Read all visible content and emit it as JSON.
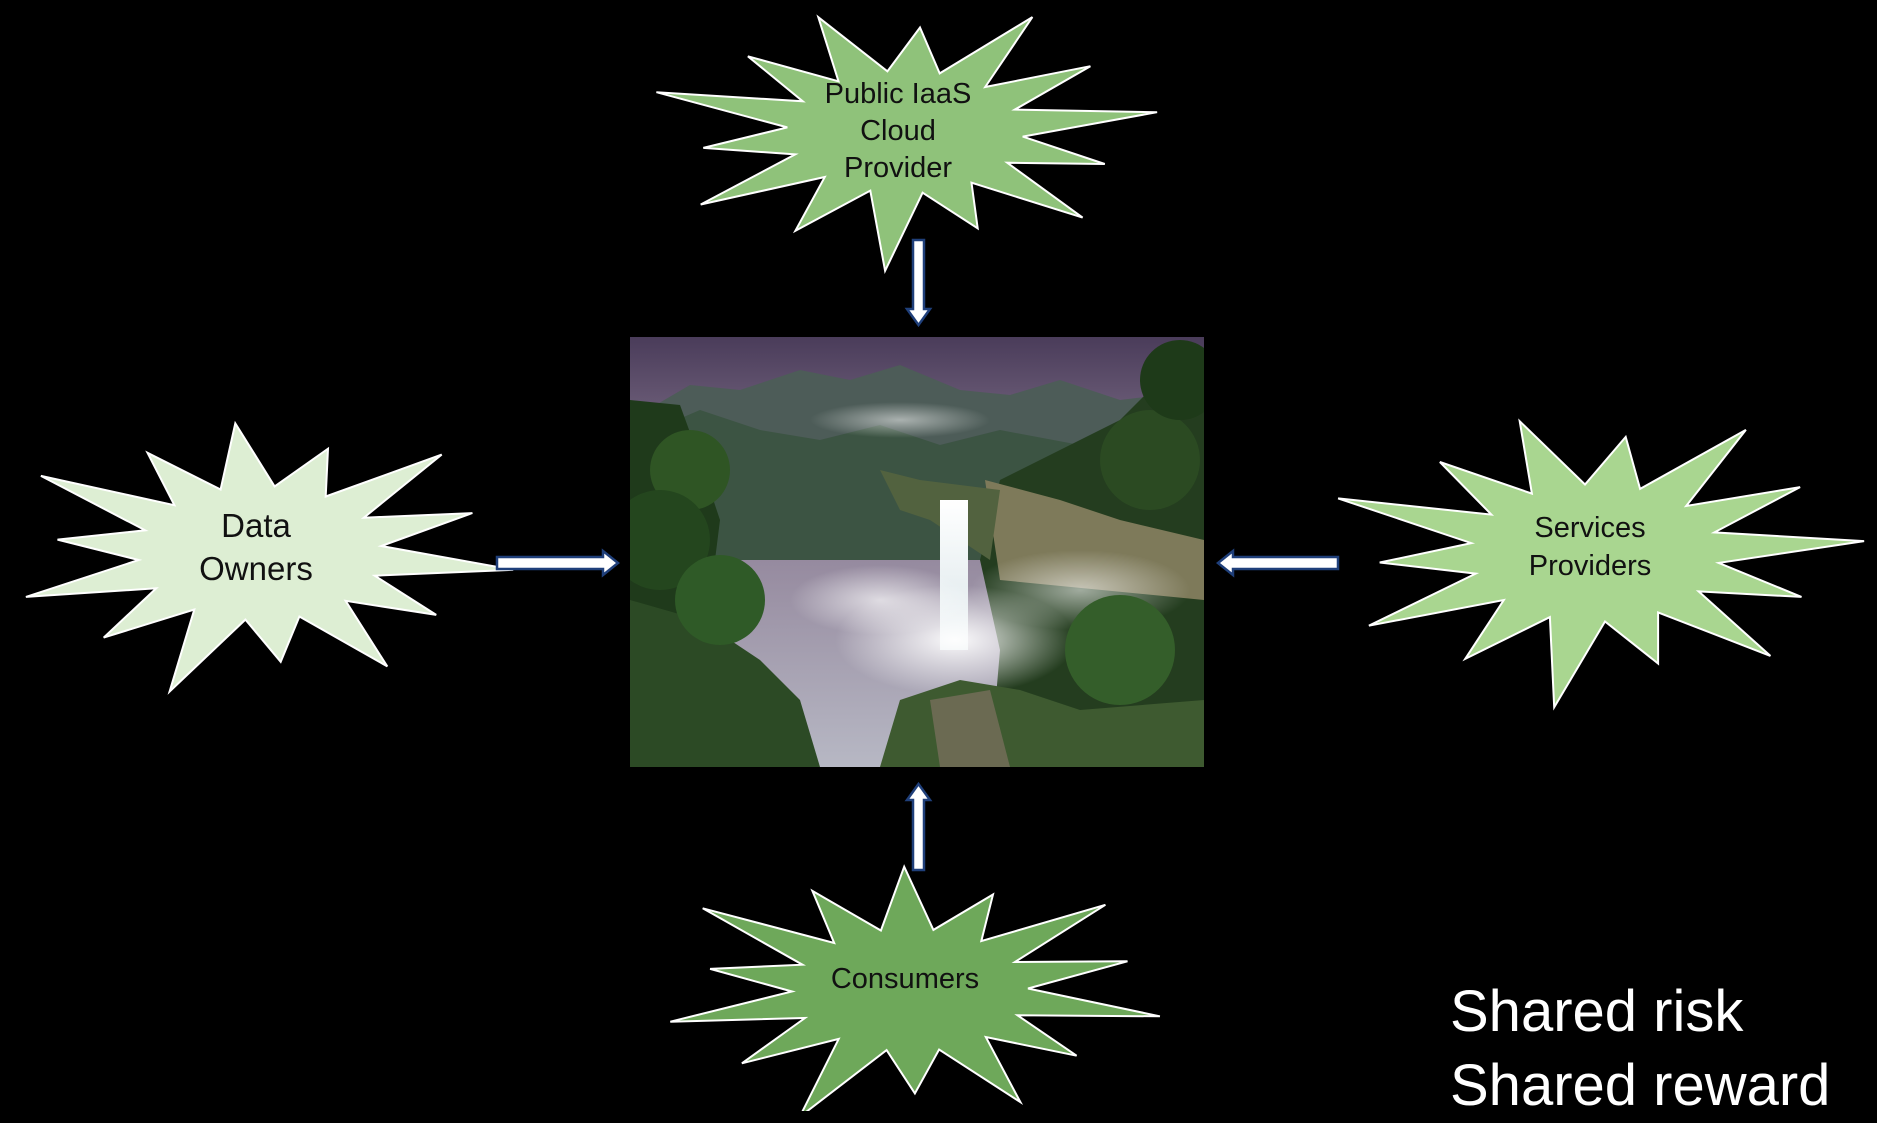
{
  "nodes": {
    "top": {
      "lines": [
        "Public IaaS",
        "Cloud",
        "Provider"
      ],
      "fill": "#8fc27a"
    },
    "left": {
      "lines": [
        "Data",
        "Owners"
      ],
      "fill": "#ddeed3"
    },
    "right": {
      "lines": [
        "Services",
        "Providers"
      ],
      "fill": "#a9d690"
    },
    "bottom": {
      "lines": [
        "Consumers"
      ],
      "fill": "#6ea85a"
    }
  },
  "center_image": {
    "icon": "rainforest-waterfall-photo"
  },
  "arrow_color": "#1f3f7a",
  "caption": {
    "line1": "Shared risk",
    "line2": "Shared reward"
  }
}
